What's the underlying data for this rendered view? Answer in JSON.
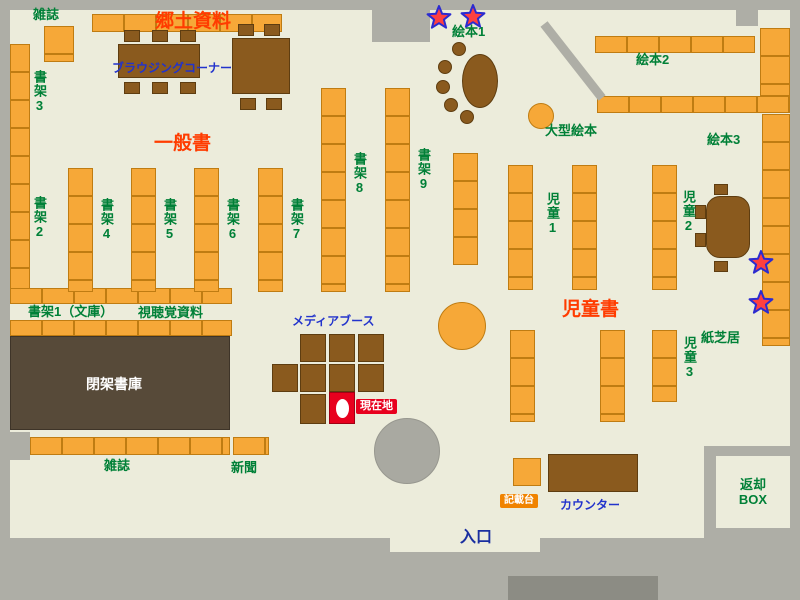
{
  "labels": {
    "magazines_top": "雑誌",
    "local_materials": "郷土資料",
    "browsing_corner": "ブラウジングコーナー",
    "shelf_3": "書架3",
    "shelf_2": "書架2",
    "general_books": "一般書",
    "shelf_4": "書架4",
    "shelf_5": "書架5",
    "shelf_6": "書架6",
    "shelf_7": "書架7",
    "shelf_8": "書架8",
    "shelf_9": "書架9",
    "shelf_1_bunko": "書架1（文庫）",
    "audio_visual": "視聴覚資料",
    "closed_stacks": "閉架書庫",
    "media_booth": "メディアブース",
    "current_location": "現在地",
    "magazines_bottom": "雑誌",
    "newspapers": "新聞",
    "picture_books_1": "絵本1",
    "picture_books_2": "絵本2",
    "picture_books_3": "絵本3",
    "large_picture_books": "大型絵本",
    "children_1": "児童1",
    "children_2": "児童2",
    "children_3": "児童3",
    "children_books": "児童書",
    "kamishibai": "紙芝居",
    "form_stand": "記載台",
    "counter": "カウンター",
    "return_box_line1": "返却",
    "return_box_line2": "BOX",
    "entrance": "入口"
  },
  "icons": {
    "star": "★"
  },
  "colors": {
    "floor": "#ECECDB",
    "wall": "#AEAEA6",
    "shelf": "#F6A838",
    "shelf_border": "#BF7C12",
    "furniture": "#8A5A1E",
    "closed_stacks": "#574A39",
    "label_green": "#008037",
    "label_red": "#FF3C00",
    "label_blue": "#2233CC",
    "current_location_bg": "#E8001E",
    "star_fill": "#FF4040",
    "star_stroke": "#2B2BD0"
  }
}
